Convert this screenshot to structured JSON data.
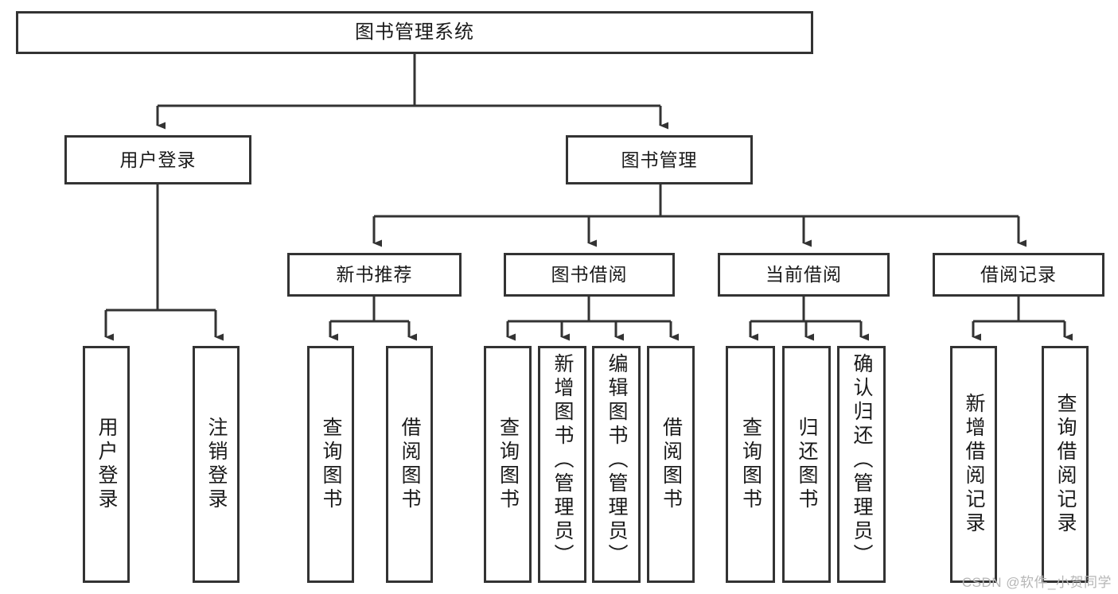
{
  "diagram": {
    "title": "图书管理系统",
    "type": "tree",
    "colors": {
      "box_border": "#333333",
      "box_fill": "#ffffff",
      "edge": "#333333",
      "text": "#1a1a1a",
      "watermark": "#b6b6b6"
    },
    "root": {
      "label": "图书管理系统"
    },
    "level1": [
      {
        "label": "用户登录"
      },
      {
        "label": "图书管理"
      }
    ],
    "level2": [
      {
        "label": "新书推荐"
      },
      {
        "label": "图书借阅"
      },
      {
        "label": "当前借阅"
      },
      {
        "label": "借阅记录"
      }
    ],
    "leaves": {
      "user_login": [
        {
          "label": "用户登录"
        },
        {
          "label": "注销登录"
        }
      ],
      "new_book_recommend": [
        {
          "label": "查询图书"
        },
        {
          "label": "借阅图书"
        }
      ],
      "book_borrow": [
        {
          "label": "查询图书"
        },
        {
          "label": "新增图书（管理员）"
        },
        {
          "label": "编辑图书（管理员）"
        },
        {
          "label": "借阅图书"
        }
      ],
      "current_borrow": [
        {
          "label": "查询图书"
        },
        {
          "label": "归还图书"
        },
        {
          "label": "确认归还（管理员）"
        }
      ],
      "borrow_record": [
        {
          "label": "新增借阅记录"
        },
        {
          "label": "查询借阅记录"
        }
      ]
    }
  },
  "watermark": {
    "text": "CSDN @软件_小贺同学"
  }
}
